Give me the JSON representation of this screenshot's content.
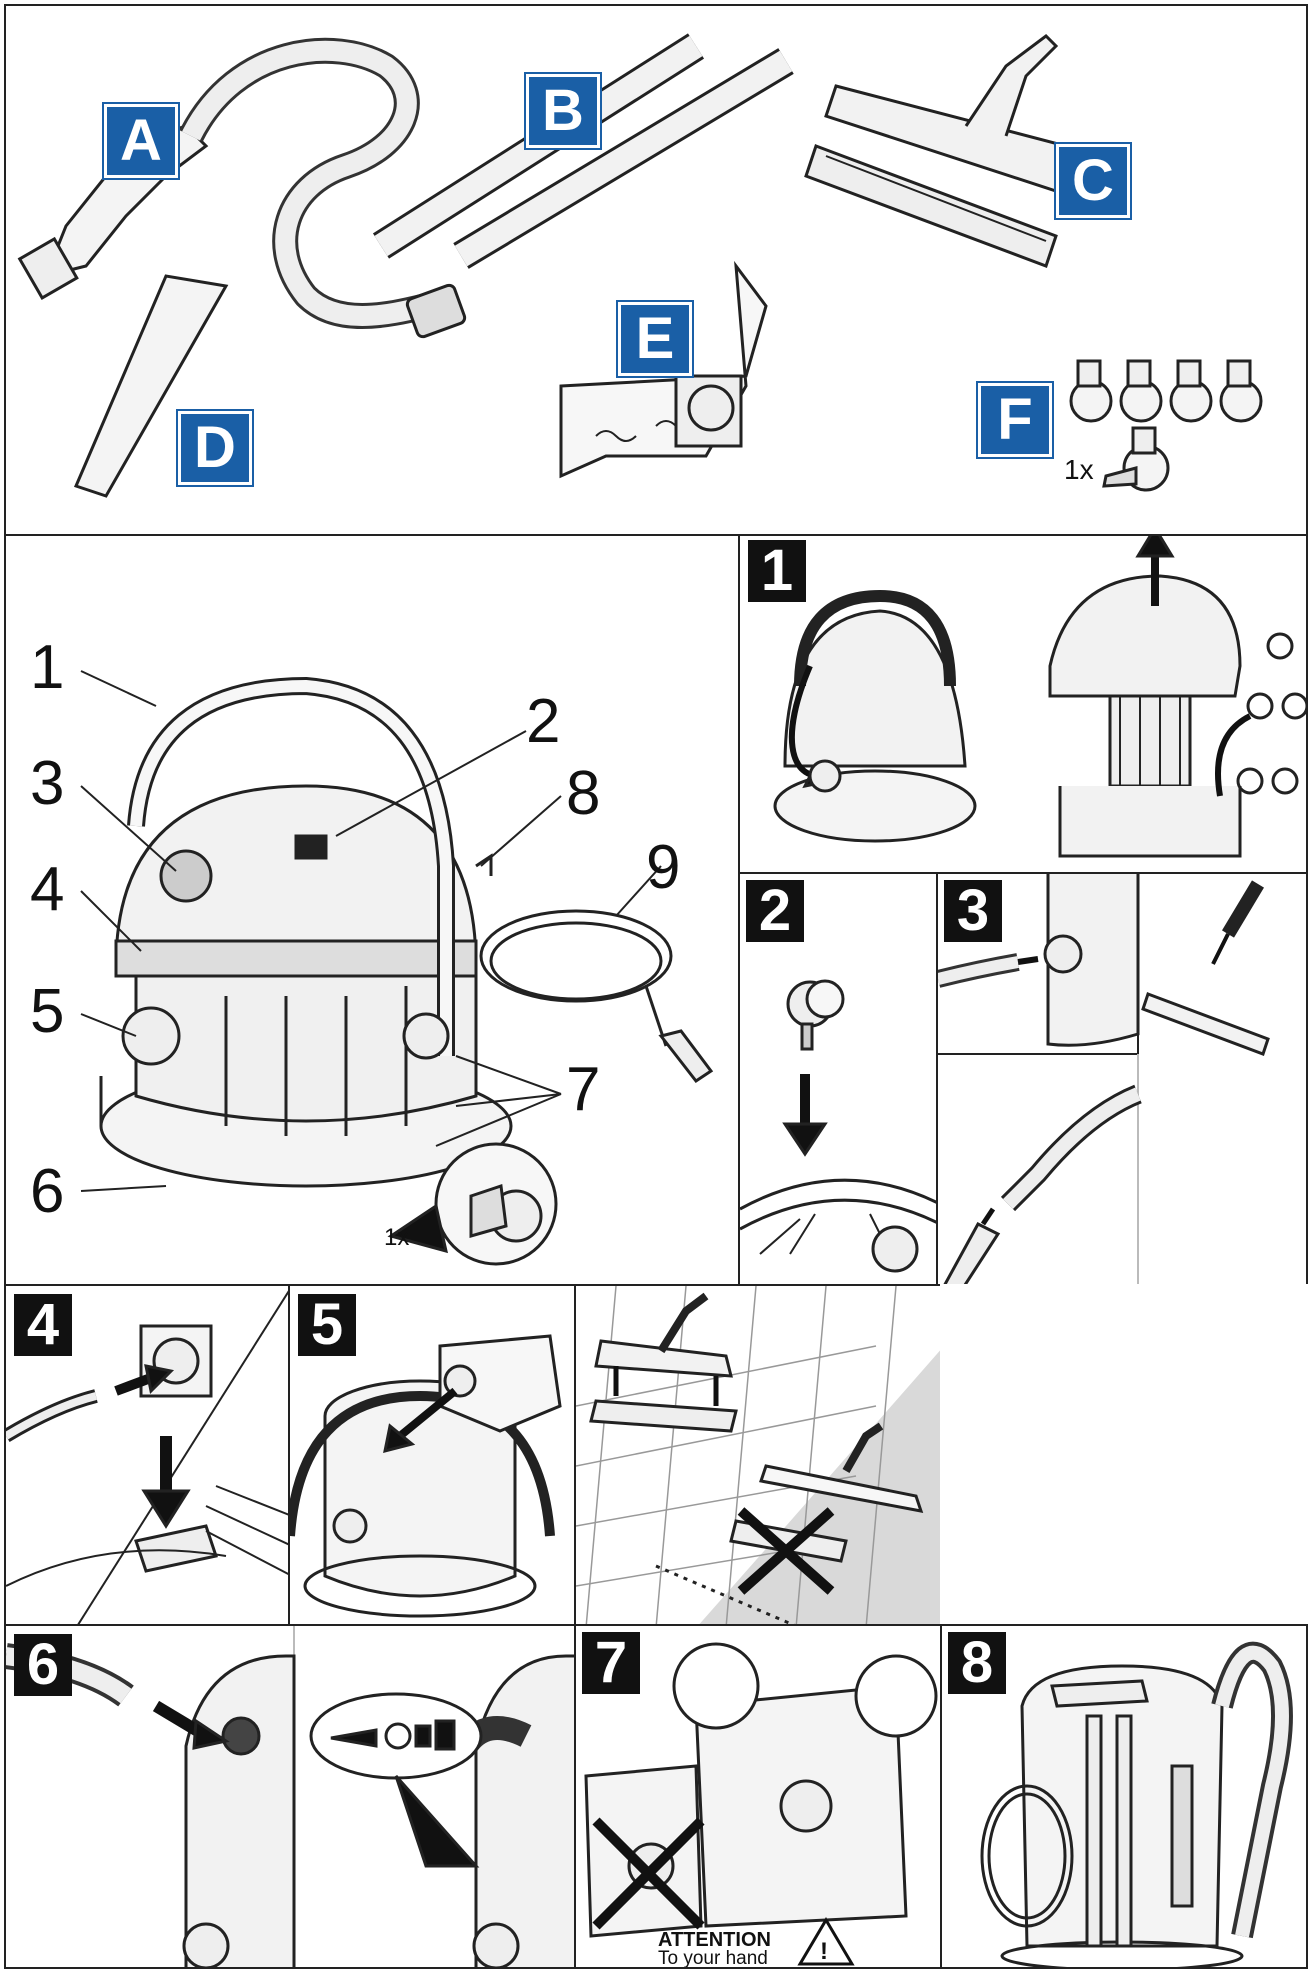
{
  "accessories": {
    "labels": [
      "A",
      "B",
      "C",
      "D",
      "E",
      "F"
    ],
    "wheel_count_note": "1x"
  },
  "overview": {
    "callouts": [
      "1",
      "2",
      "3",
      "4",
      "5",
      "6",
      "7",
      "8",
      "9"
    ],
    "wheel_note": "1x"
  },
  "steps": {
    "s1": "1",
    "s2": "2",
    "s3": "3",
    "s4": "4",
    "s5": "5",
    "s6": "6",
    "s7": "7",
    "s8": "8"
  },
  "attention": {
    "title": "ATTENTION",
    "subtitle": "To your hand",
    "symbol": "!"
  },
  "colors": {
    "label_blue": "#1a5fa6",
    "step_black": "#111111",
    "floor_gray": "#d9d9d9"
  }
}
